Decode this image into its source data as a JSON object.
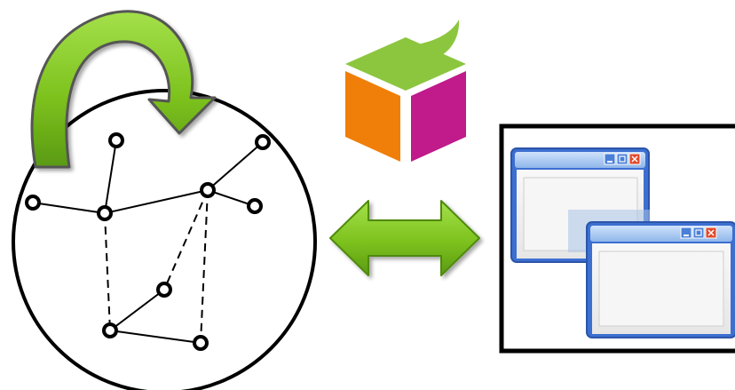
{
  "diagram": {
    "graph_circle": {
      "nodes": [
        {
          "id": "n1",
          "label": ""
        },
        {
          "id": "n2",
          "label": ""
        },
        {
          "id": "n3",
          "label": ""
        },
        {
          "id": "n4",
          "label": ""
        },
        {
          "id": "n5",
          "label": ""
        },
        {
          "id": "n6",
          "label": ""
        },
        {
          "id": "n7",
          "label": ""
        },
        {
          "id": "n8",
          "label": ""
        },
        {
          "id": "n9",
          "label": ""
        }
      ],
      "edges_solid": [
        [
          "n1",
          "n3"
        ],
        [
          "n3",
          "n4"
        ],
        [
          "n4",
          "n5"
        ],
        [
          "n4",
          "n6"
        ],
        [
          "n2",
          "n3"
        ],
        [
          "n8",
          "n7"
        ],
        [
          "n8",
          "n9"
        ]
      ],
      "edges_dashed": [
        [
          "n3",
          "n8"
        ],
        [
          "n4",
          "n7"
        ],
        [
          "n4",
          "n9"
        ]
      ]
    },
    "colors": {
      "arrow_green": "#7dc21e",
      "arrow_green_dark": "#4f8a10",
      "cube_top": "#8cc63f",
      "cube_left": "#f07f09",
      "cube_right": "#c01a8b",
      "window_blue": "#3d6fd1",
      "window_body": "#f2f2f2",
      "close_red": "#e24a2b"
    },
    "icons": {
      "loop_arrow": "curved-loop-arrow-icon",
      "package": "package-cube-icon",
      "double_arrow": "double-headed-arrow-icon",
      "windows": "application-windows-icon"
    }
  }
}
